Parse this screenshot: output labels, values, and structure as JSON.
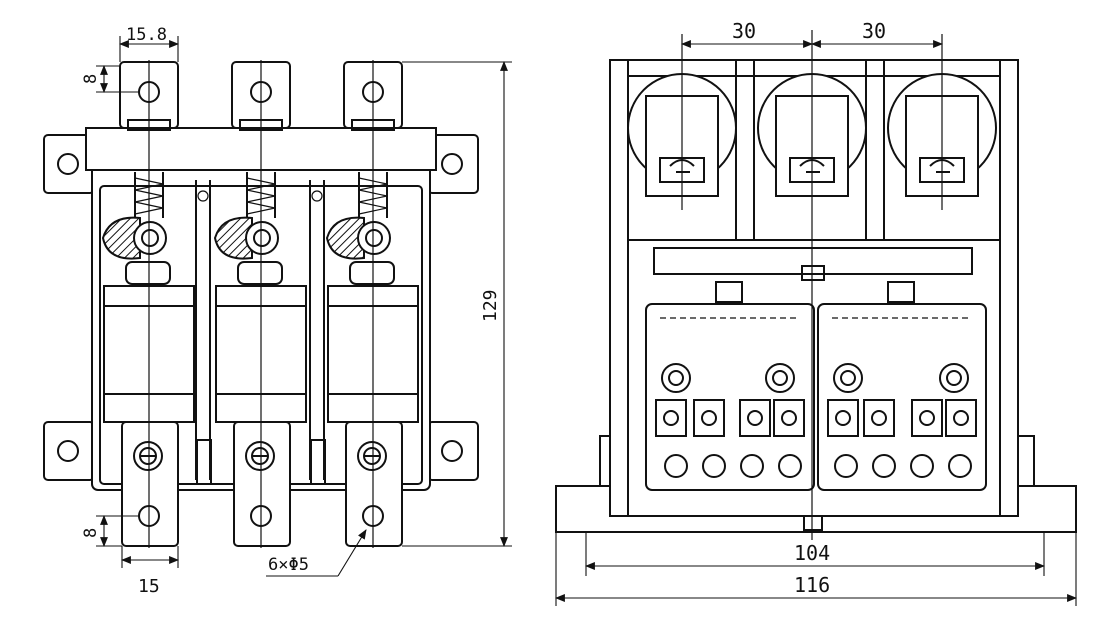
{
  "front_view": {
    "dim_top_width": "15.8",
    "dim_top_offset": "8",
    "dim_height": "129",
    "dim_bottom_offset": "8",
    "dim_bottom_width": "15",
    "hole_callout": "6×Φ5"
  },
  "side_view": {
    "dim_pitch_left": "30",
    "dim_pitch_right": "30",
    "dim_inner_width": "104",
    "dim_outer_width": "116"
  }
}
